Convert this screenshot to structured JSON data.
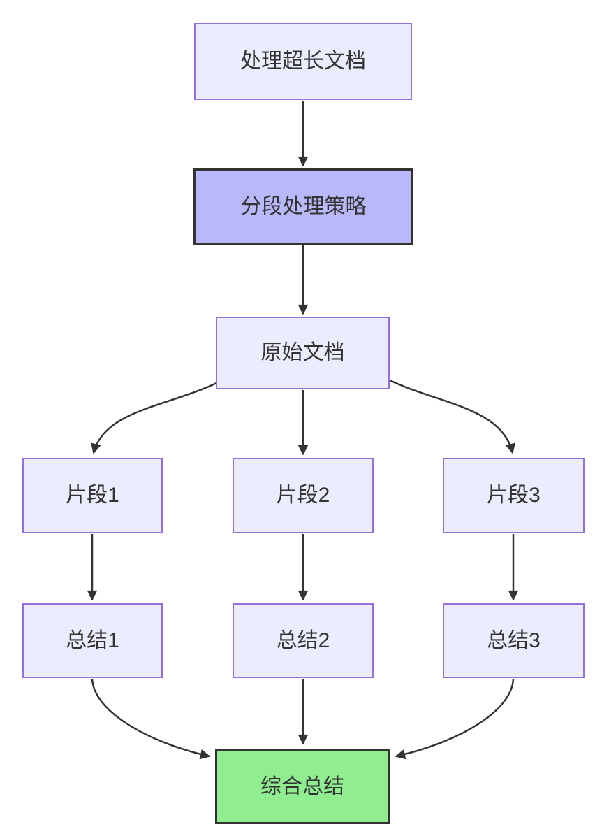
{
  "diagram": {
    "type": "flowchart",
    "direction": "top-down",
    "colors": {
      "background": "#FFFFFF",
      "node_fill": "#ECECFF",
      "node_stroke": "#9370DB",
      "highlight_fill": "#B8B8FA",
      "highlight_stroke": "#333333",
      "success_fill": "#90EE90",
      "success_stroke": "#333333",
      "edge": "#333333",
      "text": "#333333"
    },
    "nodes": [
      {
        "id": "A",
        "label": "处理超长文档",
        "style": "default"
      },
      {
        "id": "B",
        "label": "分段处理策略",
        "style": "highlight"
      },
      {
        "id": "C",
        "label": "原始文档",
        "style": "default"
      },
      {
        "id": "D1",
        "label": "片段1",
        "style": "default"
      },
      {
        "id": "D2",
        "label": "片段2",
        "style": "default"
      },
      {
        "id": "D3",
        "label": "片段3",
        "style": "default"
      },
      {
        "id": "E1",
        "label": "总结1",
        "style": "default"
      },
      {
        "id": "E2",
        "label": "总结2",
        "style": "default"
      },
      {
        "id": "E3",
        "label": "总结3",
        "style": "default"
      },
      {
        "id": "F",
        "label": "综合总结",
        "style": "success"
      }
    ],
    "edges": [
      {
        "from": "处理超长文档",
        "to": "分段处理策略"
      },
      {
        "from": "分段处理策略",
        "to": "原始文档"
      },
      {
        "from": "原始文档",
        "to": "片段1"
      },
      {
        "from": "原始文档",
        "to": "片段2"
      },
      {
        "from": "原始文档",
        "to": "片段3"
      },
      {
        "from": "片段1",
        "to": "总结1"
      },
      {
        "from": "片段2",
        "to": "总结2"
      },
      {
        "from": "片段3",
        "to": "总结3"
      },
      {
        "from": "总结1",
        "to": "综合总结"
      },
      {
        "from": "总结2",
        "to": "综合总结"
      },
      {
        "from": "总结3",
        "to": "综合总结"
      }
    ]
  }
}
